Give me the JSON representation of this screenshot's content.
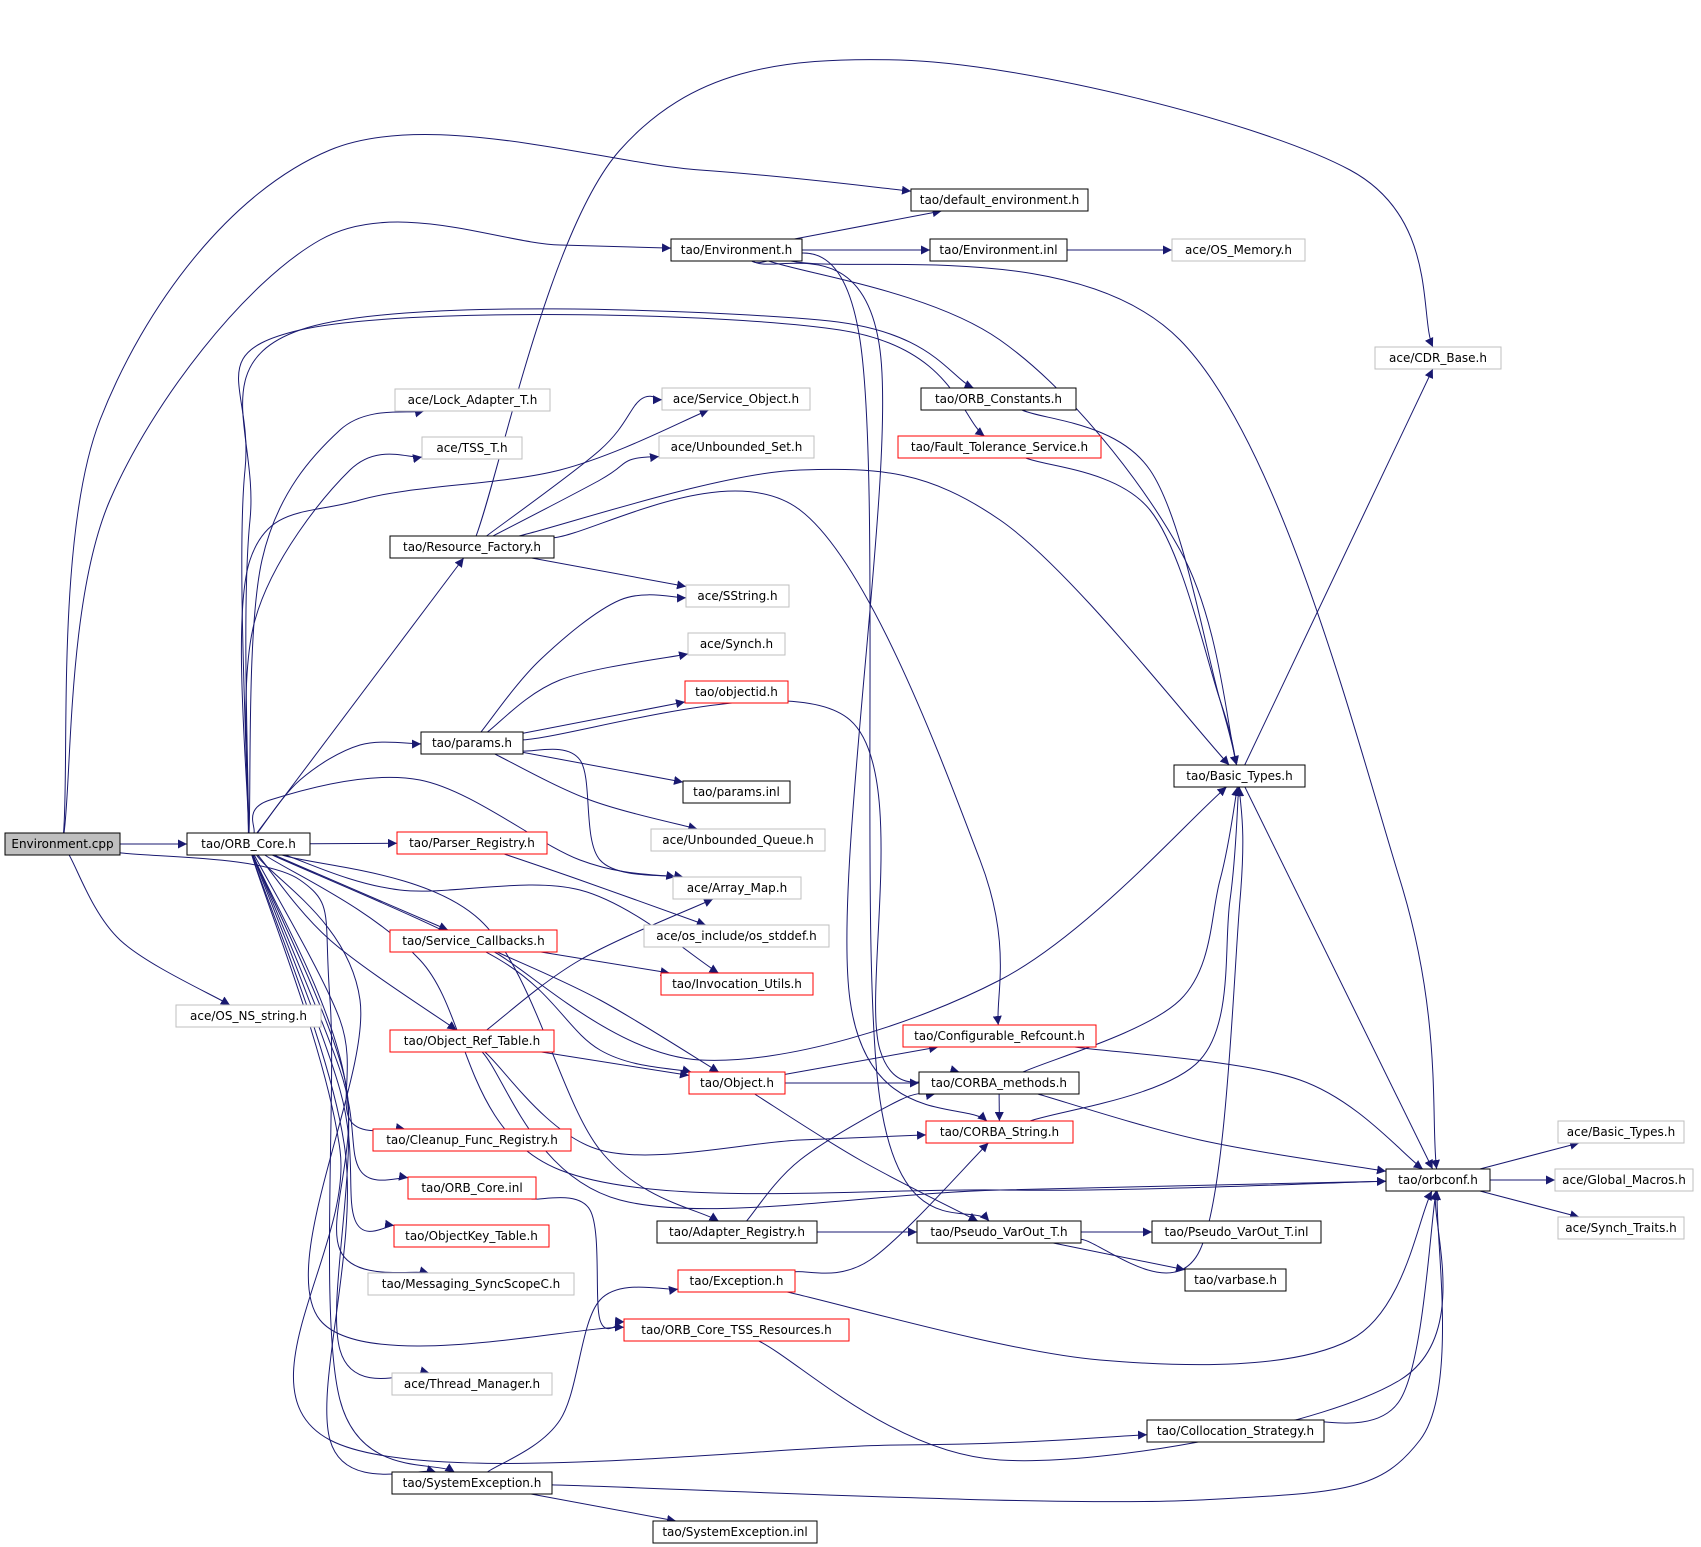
{
  "diagram": {
    "type": "include-dependency-graph",
    "colors": {
      "edge": "#191970",
      "box_black": "#000000",
      "box_red": "#ff0000",
      "box_gray": "#bfbfbf",
      "root_fill": "#bfbfbf",
      "background": "#ffffff"
    },
    "nodes": [
      {
        "id": "environment_cpp",
        "label": "Environment.cpp",
        "style": "root"
      },
      {
        "id": "orb_core_h",
        "label": "tao/ORB_Core.h",
        "style": "black"
      },
      {
        "id": "os_ns_string_h",
        "label": "ace/OS_NS_string.h",
        "style": "gray"
      },
      {
        "id": "default_environment_h",
        "label": "tao/default_environment.h",
        "style": "black"
      },
      {
        "id": "environment_h",
        "label": "tao/Environment.h",
        "style": "black"
      },
      {
        "id": "environment_inl",
        "label": "tao/Environment.inl",
        "style": "black"
      },
      {
        "id": "os_memory_h",
        "label": "ace/OS_Memory.h",
        "style": "gray"
      },
      {
        "id": "cdr_base_h",
        "label": "ace/CDR_Base.h",
        "style": "gray"
      },
      {
        "id": "lock_adapter_t_h",
        "label": "ace/Lock_Adapter_T.h",
        "style": "gray"
      },
      {
        "id": "tss_t_h",
        "label": "ace/TSS_T.h",
        "style": "gray"
      },
      {
        "id": "service_object_h",
        "label": "ace/Service_Object.h",
        "style": "gray"
      },
      {
        "id": "unbounded_set_h",
        "label": "ace/Unbounded_Set.h",
        "style": "gray"
      },
      {
        "id": "orb_constants_h",
        "label": "tao/ORB_Constants.h",
        "style": "black"
      },
      {
        "id": "fault_tolerance_service_h",
        "label": "tao/Fault_Tolerance_Service.h",
        "style": "red"
      },
      {
        "id": "resource_factory_h",
        "label": "tao/Resource_Factory.h",
        "style": "black"
      },
      {
        "id": "sstring_h",
        "label": "ace/SString.h",
        "style": "gray"
      },
      {
        "id": "synch_h",
        "label": "ace/Synch.h",
        "style": "gray"
      },
      {
        "id": "objectid_h",
        "label": "tao/objectid.h",
        "style": "red"
      },
      {
        "id": "params_h",
        "label": "tao/params.h",
        "style": "black"
      },
      {
        "id": "params_inl",
        "label": "tao/params.inl",
        "style": "black"
      },
      {
        "id": "basic_types_h_tao",
        "label": "tao/Basic_Types.h",
        "style": "black"
      },
      {
        "id": "unbounded_queue_h",
        "label": "ace/Unbounded_Queue.h",
        "style": "gray"
      },
      {
        "id": "parser_registry_h",
        "label": "tao/Parser_Registry.h",
        "style": "red"
      },
      {
        "id": "array_map_h",
        "label": "ace/Array_Map.h",
        "style": "gray"
      },
      {
        "id": "os_stddef_h",
        "label": "ace/os_include/os_stddef.h",
        "style": "gray"
      },
      {
        "id": "service_callbacks_h",
        "label": "tao/Service_Callbacks.h",
        "style": "red"
      },
      {
        "id": "invocation_utils_h",
        "label": "tao/Invocation_Utils.h",
        "style": "red"
      },
      {
        "id": "configurable_refcount_h",
        "label": "tao/Configurable_Refcount.h",
        "style": "red"
      },
      {
        "id": "object_ref_table_h",
        "label": "tao/Object_Ref_Table.h",
        "style": "red"
      },
      {
        "id": "object_h",
        "label": "tao/Object.h",
        "style": "red"
      },
      {
        "id": "corba_methods_h",
        "label": "tao/CORBA_methods.h",
        "style": "black"
      },
      {
        "id": "corba_string_h",
        "label": "tao/CORBA_String.h",
        "style": "red"
      },
      {
        "id": "cleanup_func_registry_h",
        "label": "tao/Cleanup_Func_Registry.h",
        "style": "red"
      },
      {
        "id": "ace_basic_types_h",
        "label": "ace/Basic_Types.h",
        "style": "gray"
      },
      {
        "id": "orbconf_h",
        "label": "tao/orbconf.h",
        "style": "black"
      },
      {
        "id": "global_macros_h",
        "label": "ace/Global_Macros.h",
        "style": "gray"
      },
      {
        "id": "orb_core_inl",
        "label": "tao/ORB_Core.inl",
        "style": "red"
      },
      {
        "id": "synch_traits_h",
        "label": "ace/Synch_Traits.h",
        "style": "gray"
      },
      {
        "id": "adapter_registry_h",
        "label": "tao/Adapter_Registry.h",
        "style": "black"
      },
      {
        "id": "pseudo_varout_t_h",
        "label": "tao/Pseudo_VarOut_T.h",
        "style": "black"
      },
      {
        "id": "pseudo_varout_t_inl",
        "label": "tao/Pseudo_VarOut_T.inl",
        "style": "black"
      },
      {
        "id": "objectkey_table_h",
        "label": "tao/ObjectKey_Table.h",
        "style": "red"
      },
      {
        "id": "varbase_h",
        "label": "tao/varbase.h",
        "style": "black"
      },
      {
        "id": "messaging_syncscopec_h",
        "label": "tao/Messaging_SyncScopeC.h",
        "style": "gray"
      },
      {
        "id": "exception_h",
        "label": "tao/Exception.h",
        "style": "red"
      },
      {
        "id": "orb_core_tss_resources_h",
        "label": "tao/ORB_Core_TSS_Resources.h",
        "style": "red"
      },
      {
        "id": "thread_manager_h",
        "label": "ace/Thread_Manager.h",
        "style": "gray"
      },
      {
        "id": "collocation_strategy_h",
        "label": "tao/Collocation_Strategy.h",
        "style": "black"
      },
      {
        "id": "systemexception_h",
        "label": "tao/SystemException.h",
        "style": "black"
      },
      {
        "id": "systemexception_inl",
        "label": "tao/SystemException.inl",
        "style": "black"
      }
    ]
  }
}
